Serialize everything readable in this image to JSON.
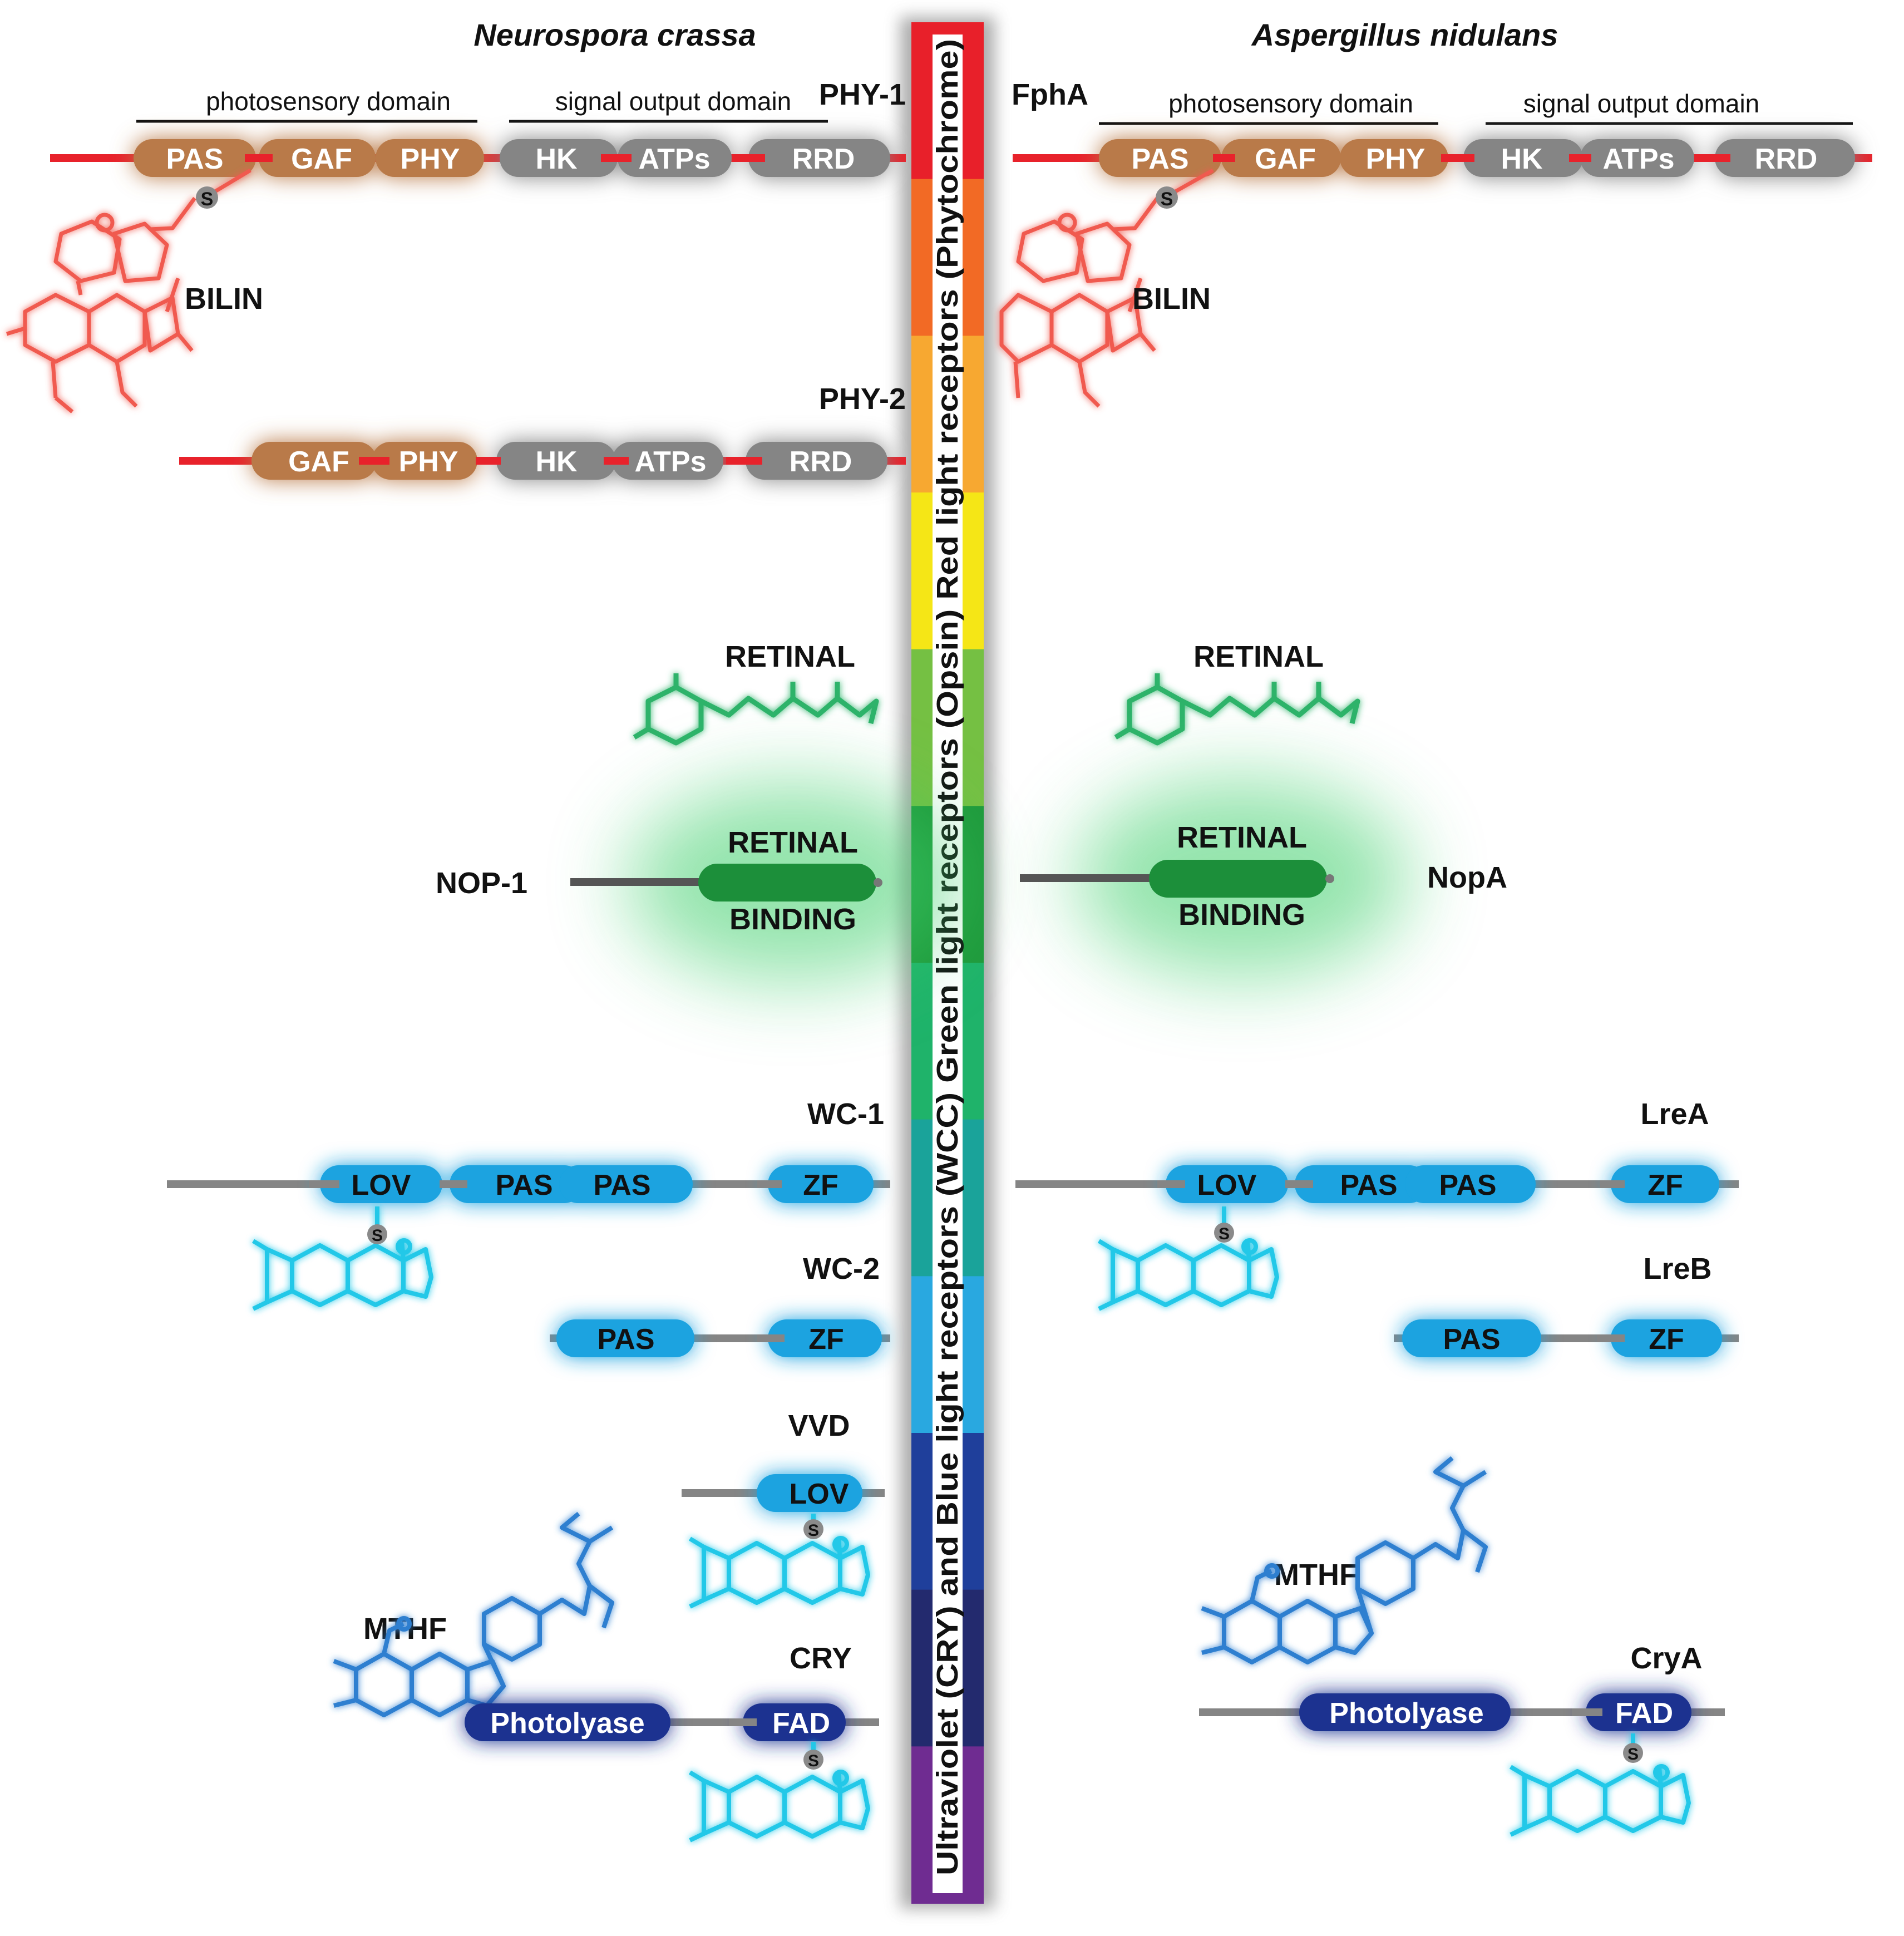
{
  "species": {
    "left": "Neurospora crassa",
    "right": "Aspergillus nidulans"
  },
  "domain_labels": {
    "photosensory": "photosensory domain",
    "signal_output": "signal output domain"
  },
  "receptors": {
    "phy1": "PHY-1",
    "phy2": "PHY-2",
    "fpha": "FphA",
    "nop1": "NOP-1",
    "nopa": "NopA",
    "wc1": "WC-1",
    "wc2": "WC-2",
    "lrea": "LreA",
    "lreb": "LreB",
    "vvd": "VVD",
    "cry": "CRY",
    "crya": "CryA"
  },
  "chromophores": {
    "bilin": "BILIN",
    "retinal": "RETINAL",
    "mthf": "MTHF",
    "s": "S"
  },
  "domains": {
    "pas": "PAS",
    "gaf": "GAF",
    "phy": "PHY",
    "hk": "HK",
    "atps": "ATPs",
    "rrd": "RRD",
    "retinal_binding_1": "RETINAL",
    "retinal_binding_2": "BINDING",
    "lov": "LOV",
    "zf": "ZF",
    "photolyase": "Photolyase",
    "fad": "FAD"
  },
  "spectrum_label": "Ultraviolet (CRY) and Blue light receptors (WCC)   Green light receptors (Opsin)   Red light receptors (Phytochrome)",
  "spectrum_colors": [
    "#e8202a",
    "#f26a25",
    "#f7a831",
    "#f5e616",
    "#75c043",
    "#1f9a3c",
    "#1fb36a",
    "#1aa39a",
    "#29a8e0",
    "#1f3f9b",
    "#232a6e",
    "#6f2c91"
  ],
  "colors": {
    "red_line": "#e8222b",
    "brown_pill": "#b97a4a",
    "grey_pill": "#858585",
    "green_pill": "#1c8f3a",
    "cyan_pill": "#1aa3e0",
    "navy_pill": "#1f3190",
    "bilin": "#f05a50",
    "retinal": "#2fb36b",
    "flavin": "#22c8e8",
    "mthf": "#2e7fd0"
  }
}
